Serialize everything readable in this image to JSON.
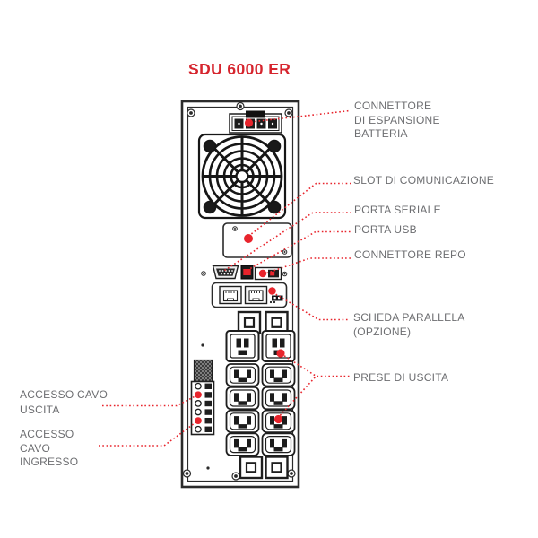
{
  "title": "SDU 6000 ER",
  "colors": {
    "title_red": "#d6252e",
    "line_red": "#e8242c",
    "label_gray": "#6d6e71"
  },
  "callouts": {
    "battery_expansion": "CONNETTORE\nDI ESPANSIONE\nBATTERIA",
    "comm_slot": "SLOT DI COMUNICAZIONE",
    "serial_port": "PORTA SERIALE",
    "usb_port": "PORTA USB",
    "repo": "CONNETTORE REPO",
    "parallel_card": "SCHEDA PARALLELA\n(OPZIONE)",
    "outlets": "PRESE DI USCITA",
    "cable_out": "ACCESSO CAVO\nUSCITA",
    "cable_in": "ACCESSO\nCAVO\nINGRESSO"
  }
}
